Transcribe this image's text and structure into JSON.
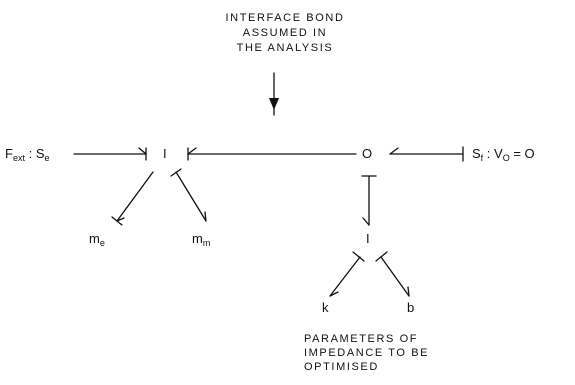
{
  "annotation_top": [
    "INTERFACE BOND",
    "ASSUMED IN",
    "THE ANALYSIS"
  ],
  "annotation_bottom": [
    "PARAMETERS OF",
    "IMPEDANCE TO BE",
    "OPTIMISED"
  ],
  "source_effort": {
    "F": "F",
    "F_sub": "ext",
    "sep": " : ",
    "S": "S",
    "S_sub": "e"
  },
  "source_flow": {
    "S": "S",
    "S_sub": "f",
    "sep": " : ",
    "V": "V",
    "V_sub": "O",
    "eq": " = O"
  },
  "junction_1_left": "I",
  "junction_0": "O",
  "junction_1_bottom": "I",
  "element_me": {
    "main": "m",
    "sub": "e"
  },
  "element_mm": {
    "main": "m",
    "sub": "m"
  },
  "element_k": "k",
  "element_b": "b"
}
